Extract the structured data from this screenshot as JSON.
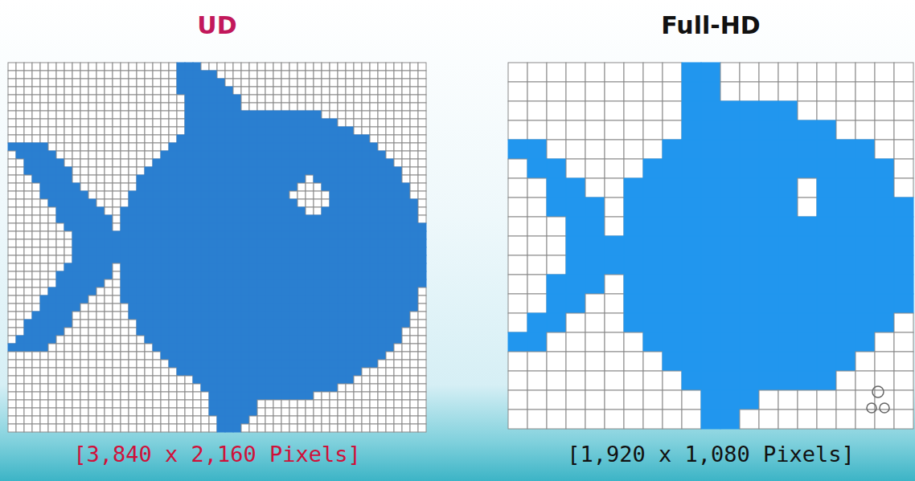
{
  "diagram": {
    "labels": [
      "UD",
      "Full-HD",
      "[3,840 x 2,160 Pixels]",
      "[1,920 x 1,080 Pixels]"
    ]
  }
}
